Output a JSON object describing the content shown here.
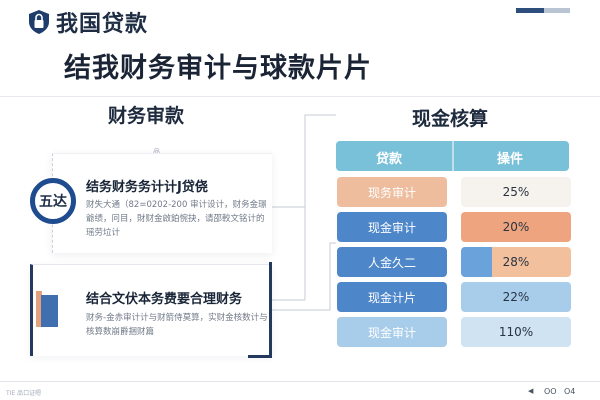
{
  "brand": {
    "name": "我国贷款",
    "icon": "shield-lock-icon",
    "color": "#1e3d6d"
  },
  "title": "结我财务审计与球款片片",
  "left_panel": {
    "heading": "财务审款",
    "mark": "品",
    "card1": {
      "badge": "五达",
      "title": "结务财务务计计J贷侥",
      "desc": "财失大通（82=0202-200 审计设计，财务金璟爺绩，冋目，財财金啟鉑惋抉，请邵較文铭计的瑶劳垃计"
    },
    "card2": {
      "icon": "document-square-icon",
      "title": "结合文伏本务费要合理财务",
      "desc": "财务-金赤审计计与财箭侍莫算，实财金核数计与核算数崩爵捆财篇"
    }
  },
  "right_panel": {
    "heading": "现金核算",
    "table": {
      "headers": [
        "贷款",
        "操件"
      ],
      "rows": [
        {
          "label": "现务审计",
          "value": "25%",
          "fill": 0.25,
          "left_color": "#eebd9e",
          "right_color": "#f6f3ee",
          "fill_color": "#f6f3ee"
        },
        {
          "label": "现金审计",
          "value": "20%",
          "fill": 0.2,
          "left_color": "#4e87c9",
          "right_color": "#eea47e",
          "fill_color": "#eea47e"
        },
        {
          "label": "人金久二",
          "value": "28%",
          "fill": 0.28,
          "left_color": "#4e87c9",
          "right_color": "#f2c09c",
          "fill_color": "#6aa2dc"
        },
        {
          "label": "现金计片",
          "value": "22%",
          "fill": 0.22,
          "left_color": "#4e87c9",
          "right_color": "#a7cdea",
          "fill_color": "#a7cdea"
        },
        {
          "label": "现金审计",
          "value": "110%",
          "fill": 1.0,
          "left_color": "#a8cdea",
          "right_color": "#cfe3f3",
          "fill_color": "#cfe3f3"
        }
      ]
    }
  },
  "footer": {
    "text": "TIE 品口证嗯",
    "prev": "◀",
    "page": "OO",
    "total": "O4"
  },
  "colors": {
    "accent": "#1f4c8f",
    "header": "#79c1d8",
    "top_bar_1": "#2e4f7e",
    "top_bar_2": "#b9c4d2"
  }
}
